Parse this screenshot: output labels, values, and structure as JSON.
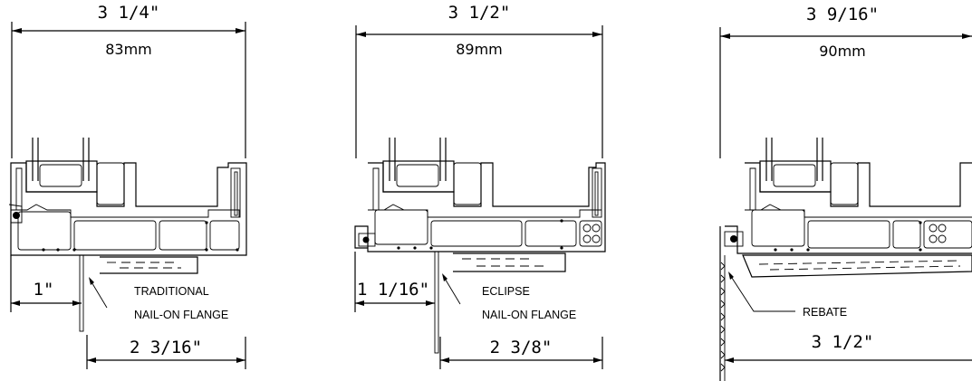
{
  "details": [
    {
      "id": "traditional",
      "top_width_imperial": "3 1/4\"",
      "top_width_metric": "83mm",
      "left_offset": "1\"",
      "bottom_width": "2 3/16\"",
      "label_line1": "TRADITIONAL",
      "label_line2": "NAIL-ON FLANGE"
    },
    {
      "id": "eclipse",
      "top_width_imperial": "3 1/2\"",
      "top_width_metric": "89mm",
      "left_offset": "1 1/16\"",
      "bottom_width": "2 3/8\"",
      "label_line1": "ECLIPSE",
      "label_line2": "NAIL-ON FLANGE"
    },
    {
      "id": "rebate",
      "top_width_imperial": "3 9/16\"",
      "top_width_metric": "90mm",
      "bottom_width": "3 1/2\"",
      "label_line1": "REBATE"
    }
  ]
}
